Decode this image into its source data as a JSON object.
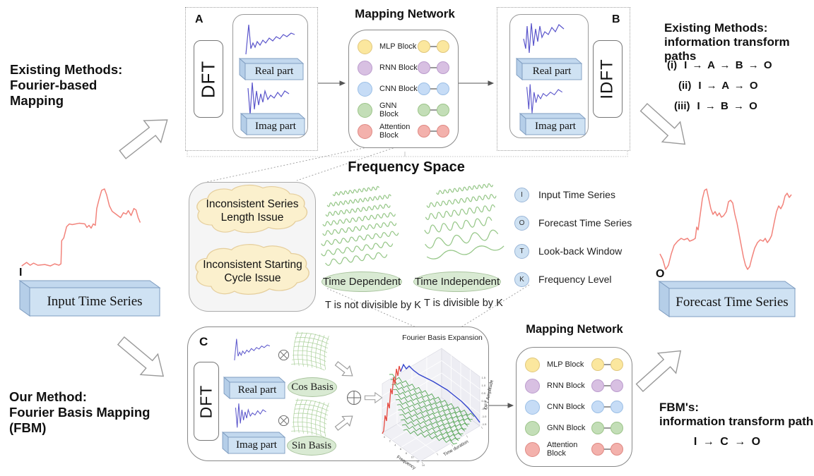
{
  "headings": {
    "existing_left": "Existing Methods:\nFourier-based\nMapping",
    "our_method": "Our Method:\nFourier Basis Mapping\n(FBM)",
    "existing_right_title": "Existing Methods:\ninformation transform paths",
    "fbm_right_title": "FBM's:\ninformation transform path",
    "frequency_space": "Frequency Space",
    "mapping_network_top": "Mapping  Network",
    "mapping_network_bottom": "Mapping  Network"
  },
  "existing_paths": [
    {
      "num": "(i)",
      "path": "I → A → B → O"
    },
    {
      "num": "(ii)",
      "path": "I → A → O"
    },
    {
      "num": "(iii)",
      "path": "I → B → O"
    }
  ],
  "fbm_path": "I → C → O",
  "blocks": [
    {
      "label": "MLP Block",
      "fill": "#FBE79E",
      "border": "#E0C77D"
    },
    {
      "label": "RNN Block",
      "fill": "#D8C0E2",
      "border": "#BB9BCD"
    },
    {
      "label": "CNN Block",
      "fill": "#C6DCF6",
      "border": "#9BBfE6"
    },
    {
      "label": "GNN Block",
      "fill": "#C3DEB7",
      "border": "#9CC489"
    },
    {
      "label": "Attention Block",
      "fill": "#F3B1AC",
      "border": "#DF8983"
    }
  ],
  "module_a": {
    "label": "A",
    "transform": "DFT",
    "real": "Real part",
    "imag": "Imag part"
  },
  "module_b": {
    "label": "B",
    "transform": "IDFT",
    "real": "Real part",
    "imag": "Imag part"
  },
  "module_c": {
    "label": "C",
    "transform": "DFT",
    "real": "Real part",
    "imag": "Imag part",
    "cos": "Cos Basis",
    "sin": "Sin Basis",
    "plot": {
      "title": "Fourier Basis Expansion",
      "x_label": "Frequency",
      "y_label": "Time duration",
      "z_label": "DFT Amplitude",
      "x_ticks": [
        "0",
        "2",
        "4",
        "6",
        "8",
        "10",
        "12",
        "14"
      ],
      "z_ticks": [
        "1.5",
        "1.0",
        "0.5",
        "0.0",
        "-0.5",
        "-1.0",
        "-1.5"
      ]
    }
  },
  "issues": {
    "issue1": "Inconsistent Series\nLength Issue",
    "issue2": "Inconsistent Starting\nCycle Issue"
  },
  "freq_space": {
    "time_dependent": "Time Dependent",
    "time_independent": "Time Independent",
    "td_caption": "T is not divisible by K",
    "ti_caption": "T is divisible by K"
  },
  "legend": [
    {
      "key": "I",
      "label": "Input Time Series"
    },
    {
      "key": "O",
      "label": "Forecast Time Series"
    },
    {
      "key": "T",
      "label": "Look-back Window"
    },
    {
      "key": "K",
      "label": "Frequency Level"
    }
  ],
  "io": {
    "input_key": "I",
    "input_label": "Input Time Series",
    "forecast_key": "O",
    "forecast_label": "Forecast Time Series"
  },
  "colors": {
    "slab_blue": "#CFE2F3",
    "cloud_yellow": "#FBF0CD",
    "green_ellipse": "#D9EAD3",
    "series_red": "#F2837B",
    "curve_blue": "#5A55CB",
    "wave_green": "#96C788",
    "plot_red": "#E5483F",
    "plot_blue": "#3344CC",
    "plot_green": "#55A555"
  }
}
